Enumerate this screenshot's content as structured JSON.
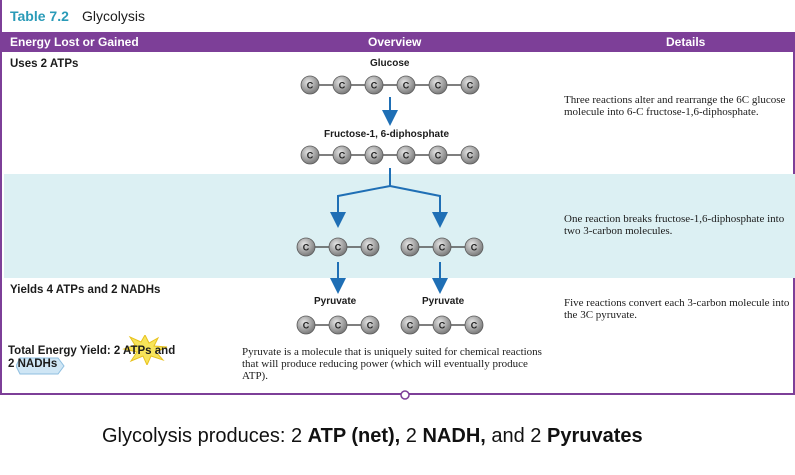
{
  "table": {
    "number": "Table 7.2",
    "title": "Glycolysis",
    "columns": [
      "Energy Lost or Gained",
      "Overview",
      "Details"
    ],
    "rows": [
      {
        "label": "Uses 2 ATPs",
        "detail": "Three reactions alter and rearrange the 6C glucose molecule into 6-C fructose-1,6-diphosphate."
      },
      {
        "label": "",
        "detail": "One reaction breaks fructose-1,6-diphosphate into two 3-carbon molecules."
      },
      {
        "label": "Yields 4 ATPs and 2 NADHs",
        "detail": "Five reactions convert each 3-carbon molecule into the 3C pyruvate."
      },
      {
        "label_prefix": "Total Energy Yield: 2 ",
        "label_atp": "ATPs",
        "label_mid": " and",
        "label_line2_num": "2 ",
        "label_nadh": "NADHs",
        "overview_note": "Pyruvate is a molecule that is uniquely suited for chemical reactions that will produce reducing power (which will eventually produce ATP)."
      }
    ],
    "molecules": {
      "glucose": "Glucose",
      "fructose": "Fructose-1, 6-diphosphate",
      "pyruvate_left": "Pyruvate",
      "pyruvate_right": "Pyruvate",
      "carbon": "C"
    }
  },
  "caption": {
    "prefix": "Glycolysis produces: 2 ",
    "atp": "ATP (net),",
    "mid": " 2 ",
    "nadh": "NADH,",
    "and": " and 2 ",
    "pyruvates": "Pyruvates"
  },
  "colors": {
    "header": "#7d3f98",
    "title_accent": "#2a9bb8",
    "band": "#dcf0f3",
    "arrow": "#1f6fb5",
    "carbon": "#8c8c8c"
  }
}
